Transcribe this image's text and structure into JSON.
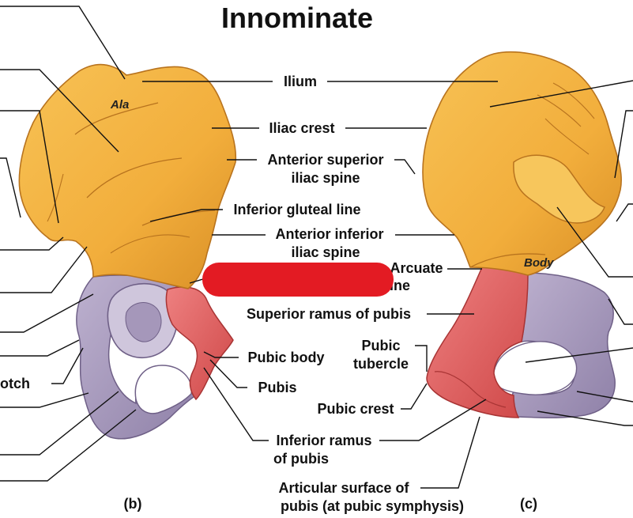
{
  "title": "Innominate",
  "panels": {
    "left_letter": "(b)",
    "right_letter": "(c)"
  },
  "colors": {
    "ilium": "#F2AE3C",
    "ilium_dark": "#B8731E",
    "ischium": "#A496B8",
    "ischium_dark": "#6F6087",
    "pubis": "#E06060",
    "pubis_dark": "#A83434",
    "redaction": "#E31B23"
  },
  "labels": {
    "ilium": "Ilium",
    "iliac_crest": "Iliac crest",
    "asis_line1": "Anterior superior",
    "asis_line2": "iliac spine",
    "inferior_gluteal_line": "Inferior gluteal line",
    "aiis_line1": "Anterior inferior",
    "aiis_line2": "iliac spine",
    "arcuate_line1": "Arcuate",
    "arcuate_line2": "ine",
    "superior_ramus": "Superior ramus of pubis",
    "pubic_tubercle_line1": "Pubic",
    "pubic_tubercle_line2": "tubercle",
    "pubic_body": "Pubic body",
    "pubis": "Pubis",
    "pubic_crest": "Pubic crest",
    "inferior_ramus_line1": "Inferior ramus",
    "inferior_ramus_line2": "of pubis",
    "articular_line1": "Articular surface of",
    "articular_line2": "pubis (at pubic symphysis)",
    "ala": "Ala",
    "body": "Body",
    "left_partial_notch": "otch"
  }
}
